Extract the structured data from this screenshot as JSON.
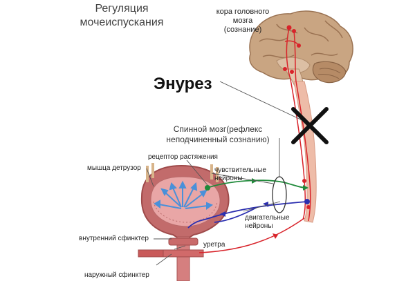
{
  "title": {
    "line1": "Регуляция",
    "line2": "мочеиспускания"
  },
  "labels": {
    "cortex_line1": "кора головного",
    "cortex_line2": "мозга",
    "cortex_line3": "(сознание)",
    "enuresis": "Энурез",
    "spinal_line1": "Спинной мозг(рефлекс",
    "spinal_line2": "неподчиненный сознанию)",
    "stretch_receptor": "рецептор растяжения",
    "detrusor": "мышца детрузор",
    "sensory_line1": "чувствительные",
    "sensory_line2": "нейроны",
    "motor_line1": "двигательные",
    "motor_line2": "нейроны",
    "internal_sphincter": "внутренний сфинктер",
    "urethra": "уретра",
    "external_sphincter": "наружный сфинктер"
  },
  "colors": {
    "brain": "#c9a582",
    "brain_dark": "#a17858",
    "spinal_cord": "#e9b09a",
    "pathway_red": "#d8232a",
    "sensory_green": "#1f8a3a",
    "motor_blue": "#2b2fb0",
    "bladder_outer": "#c26b6b",
    "bladder_inner": "#e9a6a6",
    "arrows_inside": "#4a90d9"
  }
}
